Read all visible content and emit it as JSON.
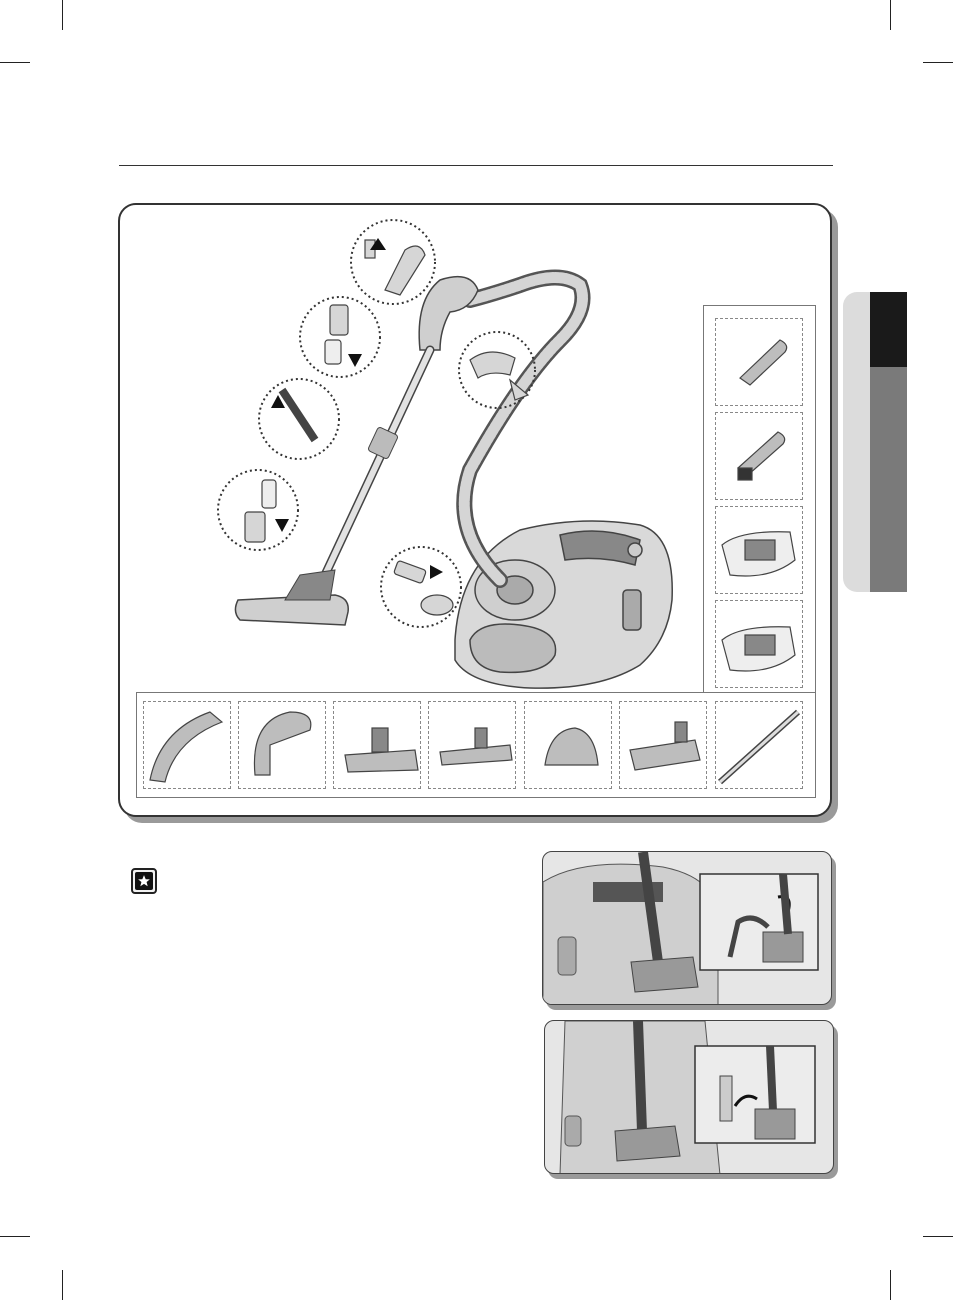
{
  "icons": {
    "note": "star-note-icon"
  },
  "colors": {
    "line": "#333333",
    "tab_dark": "#1a1a1a",
    "tab_mid": "#7a7a7a",
    "tab_light": "#dcdcdc",
    "panel_shadow": "#9a9a9a"
  },
  "accessories": {
    "right_column": [
      "crevice-tool",
      "brush-tool",
      "dust-bag",
      "dust-bag-spare"
    ],
    "bottom_row": [
      "hose",
      "handle",
      "floor-brush",
      "parquet-brush",
      "turbo-tool",
      "turbo-brush",
      "telescopic-pipe"
    ]
  }
}
